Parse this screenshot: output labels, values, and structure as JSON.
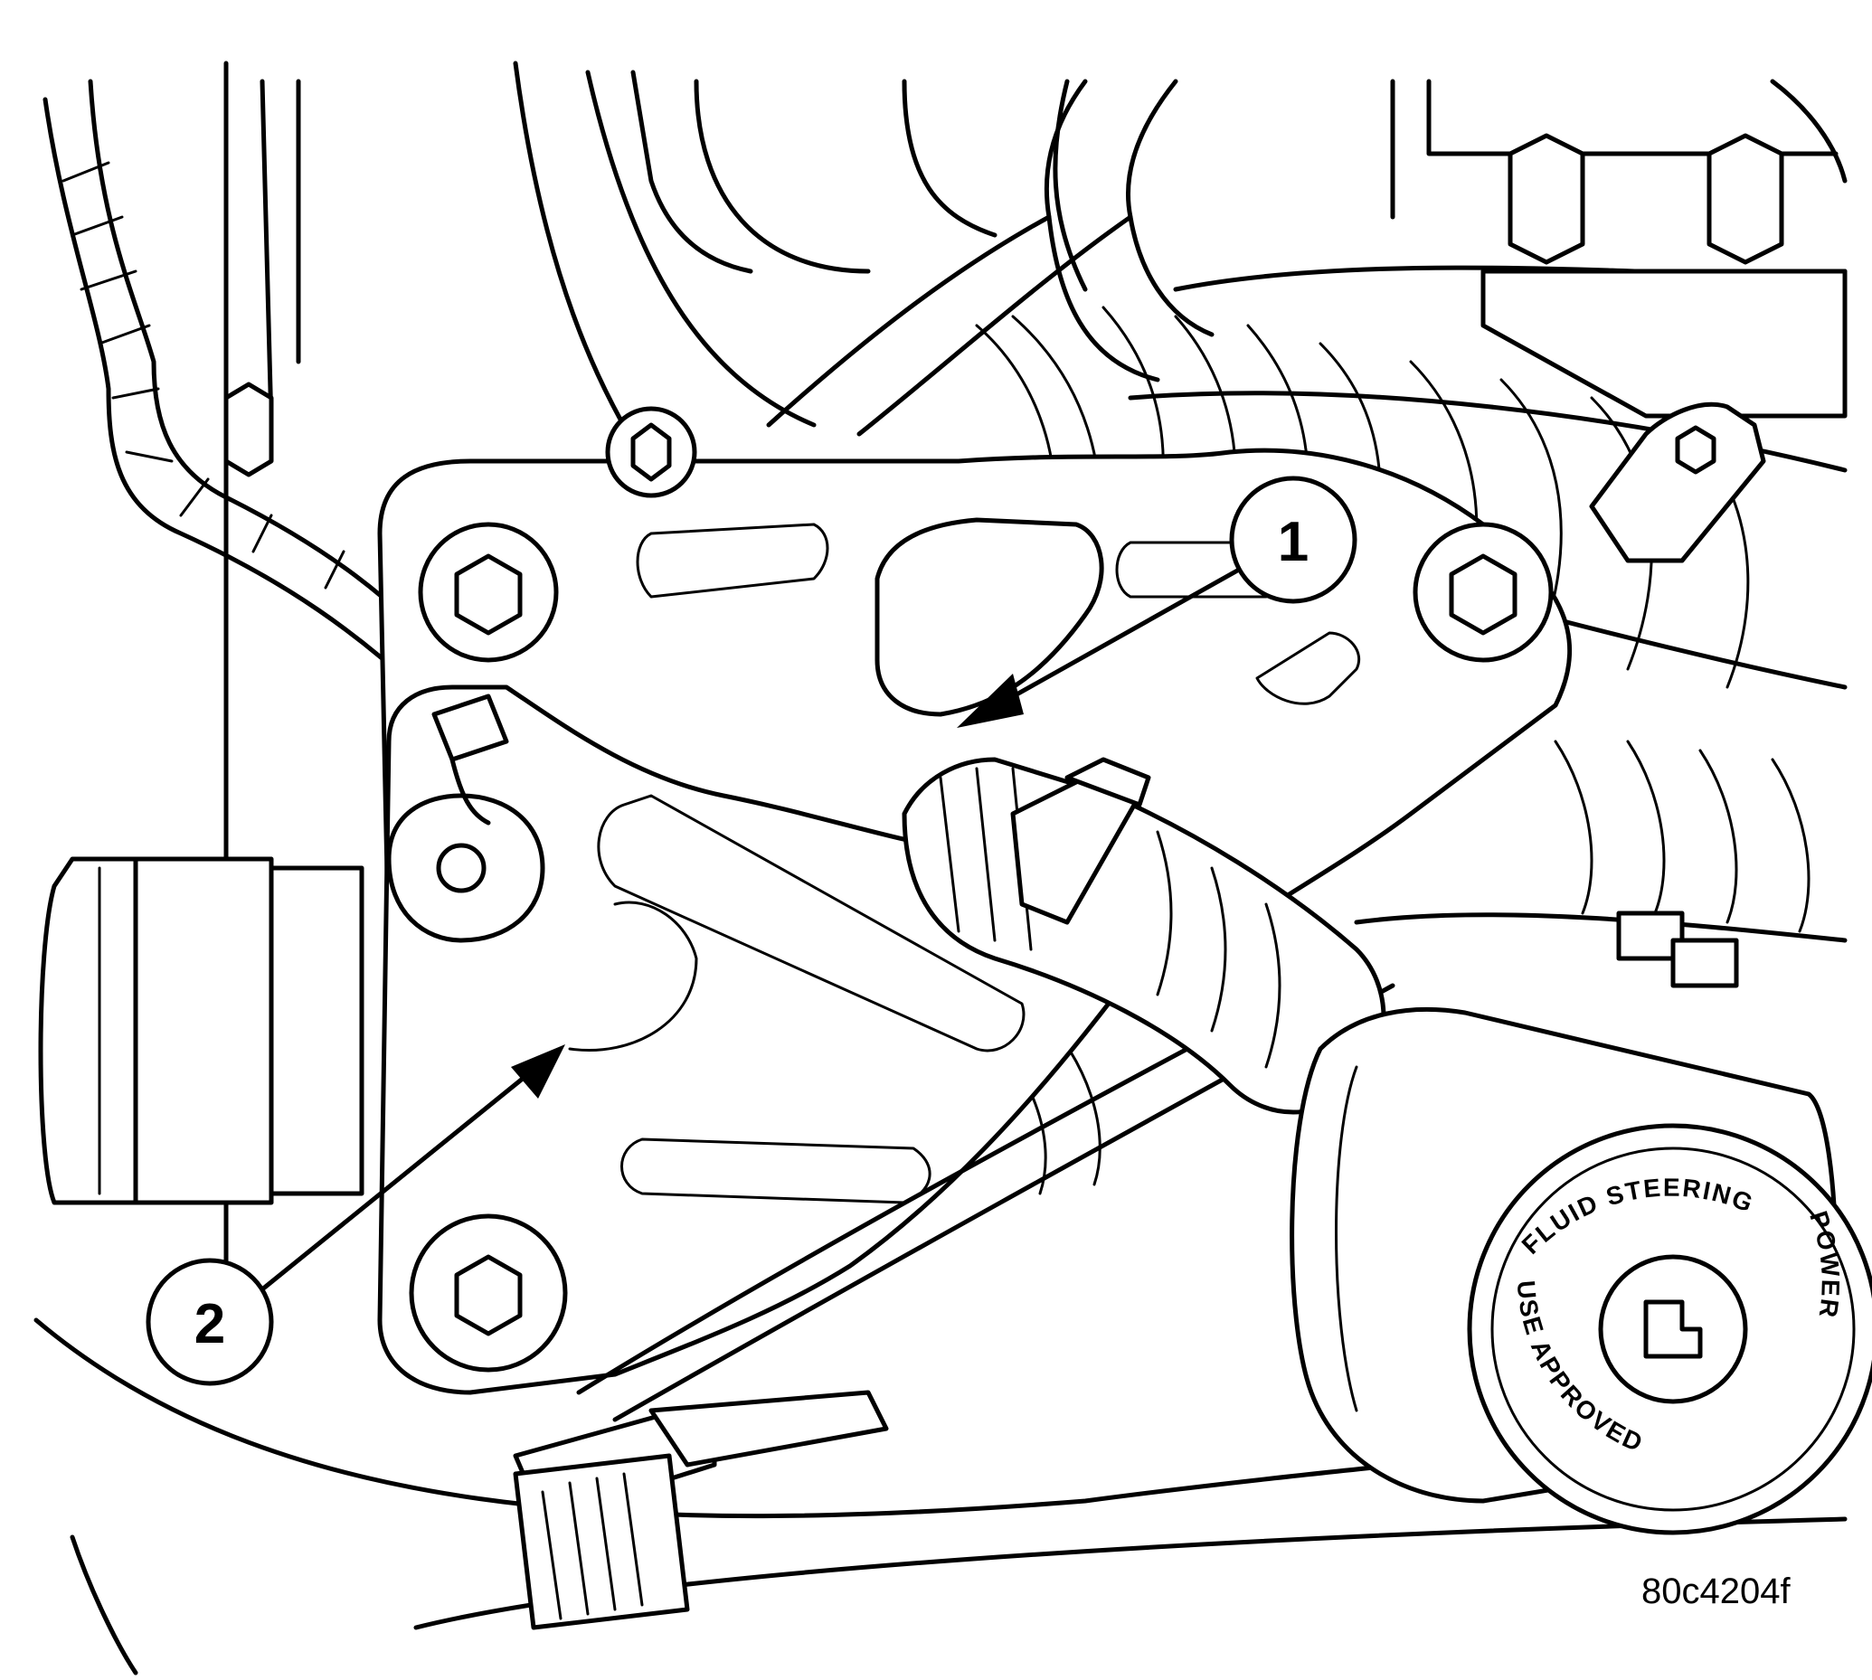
{
  "callouts": [
    {
      "number": "1"
    },
    {
      "number": "2"
    }
  ],
  "reservoir_cap": {
    "top_text": "FLUID  STEERING",
    "right_text": "POWER",
    "bottom_text": "USE APPROVED"
  },
  "figure_id": "80c4204f",
  "colors": {
    "line": "#000000",
    "background": "#ffffff"
  }
}
